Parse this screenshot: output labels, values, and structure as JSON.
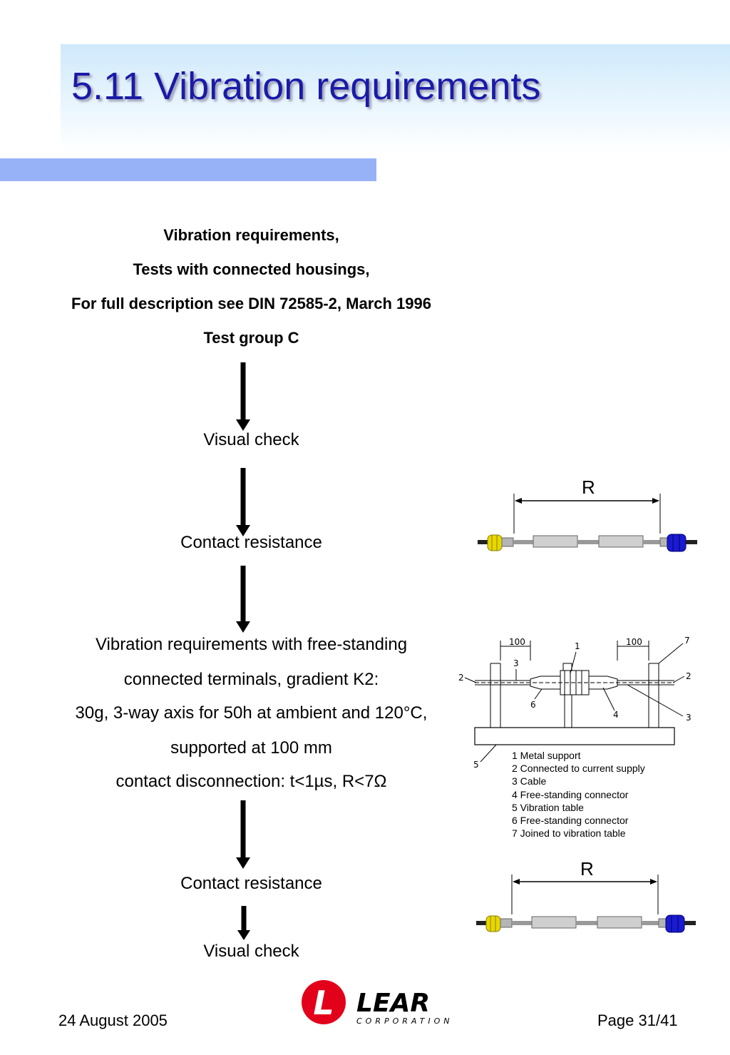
{
  "title": "5.11 Vibration requirements",
  "header_lines": [
    "Vibration requirements,",
    "Tests with connected housings,",
    "For full description see DIN 72585-2, March 1996",
    "Test group C"
  ],
  "steps": {
    "visual_check_1": "Visual check",
    "contact_resistance_1": "Contact resistance",
    "vibration_lines": [
      "Vibration requirements with free-standing",
      "connected terminals, gradient K2:",
      "30g, 3-way axis for 50h at ambient and 120°C,",
      "supported at 100 mm",
      "contact disconnection: t<1µs, R<7Ω"
    ],
    "contact_resistance_2": "Contact resistance",
    "visual_check_2": "Visual check"
  },
  "connector_figure": {
    "label": "R"
  },
  "vibration_diagram": {
    "dimension_labels": [
      "100",
      "100"
    ],
    "callouts": [
      "1",
      "2",
      "2",
      "3",
      "3",
      "4",
      "5",
      "6",
      "7"
    ]
  },
  "legend": [
    "1 Metal support",
    "2 Connected to current supply",
    "3 Cable",
    "4 Free-standing connector",
    "5 Vibration table",
    "6 Free-standing connector",
    "7 Joined to vibration table"
  ],
  "footer": {
    "date": "24 August 2005",
    "page": "Page 31/41",
    "logo_name": "LEAR",
    "logo_sub": "CORPORATION",
    "logo_mark": "L"
  },
  "colors": {
    "title_text": "#1a1aa8",
    "title_bar": "#98b2f8",
    "logo_red": "#e2001a",
    "connector_yellow": "#e8d800",
    "connector_blue": "#1a1ad0"
  }
}
